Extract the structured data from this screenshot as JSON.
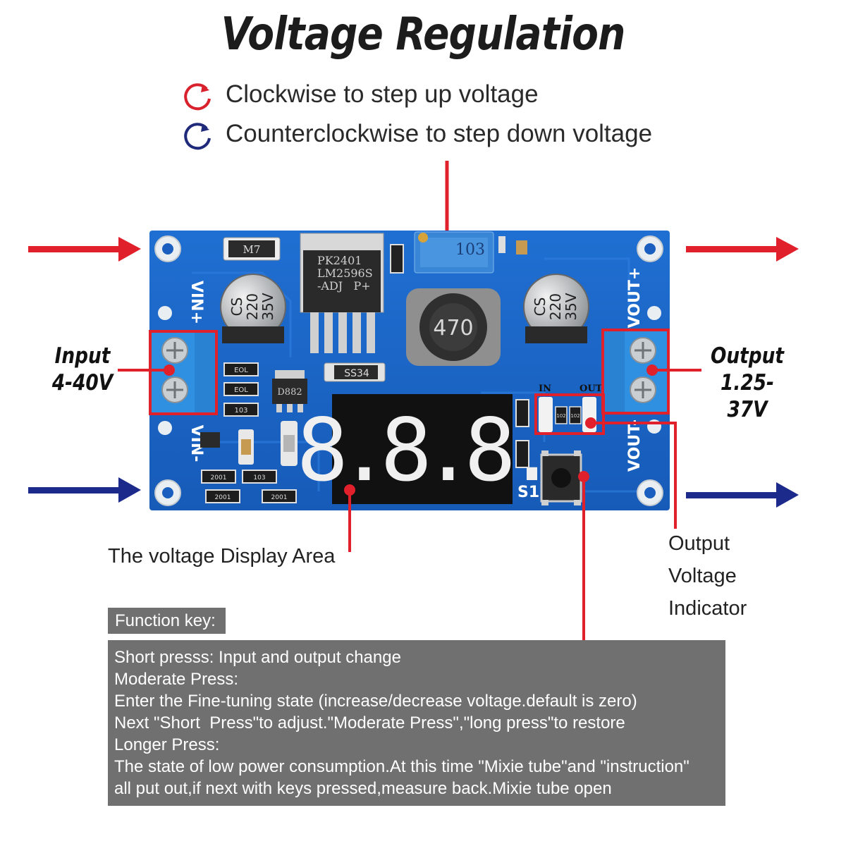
{
  "title": "Voltage Regulation",
  "rotation": {
    "clockwise": {
      "text": "Clockwise to step up voltage",
      "color": "#d8212c"
    },
    "counterclockwise": {
      "text": "Counterclockwise to step down voltage",
      "color": "#1f2a7a"
    }
  },
  "io": {
    "input": {
      "label": "Input",
      "range": "4-40V"
    },
    "output": {
      "label": "Output",
      "range": "1.25-37V"
    }
  },
  "board": {
    "vin_plus": "VIN+",
    "vin_minus": "VIN-",
    "vout_plus": "VOUT+",
    "vout_minus": "VOUT-",
    "chip_lines": [
      "PK2401",
      "LM2596S",
      "-ADJ   P+"
    ],
    "cap_left": [
      "CS",
      "220",
      "35V"
    ],
    "cap_right": [
      "CS",
      "220",
      "35V"
    ],
    "inductor": "470",
    "trimmer": "103",
    "diode": "M7",
    "schottky": "SS34",
    "transistor": "D882",
    "switch_label": "S1",
    "indicator_in": "IN",
    "indicator_out": "OUT",
    "resistor_labels": [
      "EOL",
      "EOL",
      "103",
      "2001",
      "103",
      "2001",
      "2001",
      "102",
      "102"
    ],
    "display_digits": "8.8.8."
  },
  "callouts": {
    "display_area": "The voltage Display Area",
    "output_indicator": [
      "Output",
      "Voltage",
      "Indicator"
    ]
  },
  "function_key": {
    "heading": "Function key:",
    "lines": [
      "Short presss: Input and output change",
      "Moderate Press:",
      "Enter the Fine-tuning state (increase/decrease voltage.default is zero)",
      "Next \"Short  Press\"to adjust.\"Moderate Press\",\"long press\"to restore",
      "Longer Press:",
      "The state of low power consumption.At this time \"Mixie tube\"and \"instruction\"",
      "all put out,if next with keys pressed,measure back.Mixie tube open"
    ]
  },
  "colors": {
    "accent_red": "#e0202a",
    "accent_blue": "#1c2a8c",
    "pcb_blue": "#1a63c6",
    "terminal_blue": "#2f8fe0",
    "panel_gray": "#707070"
  }
}
